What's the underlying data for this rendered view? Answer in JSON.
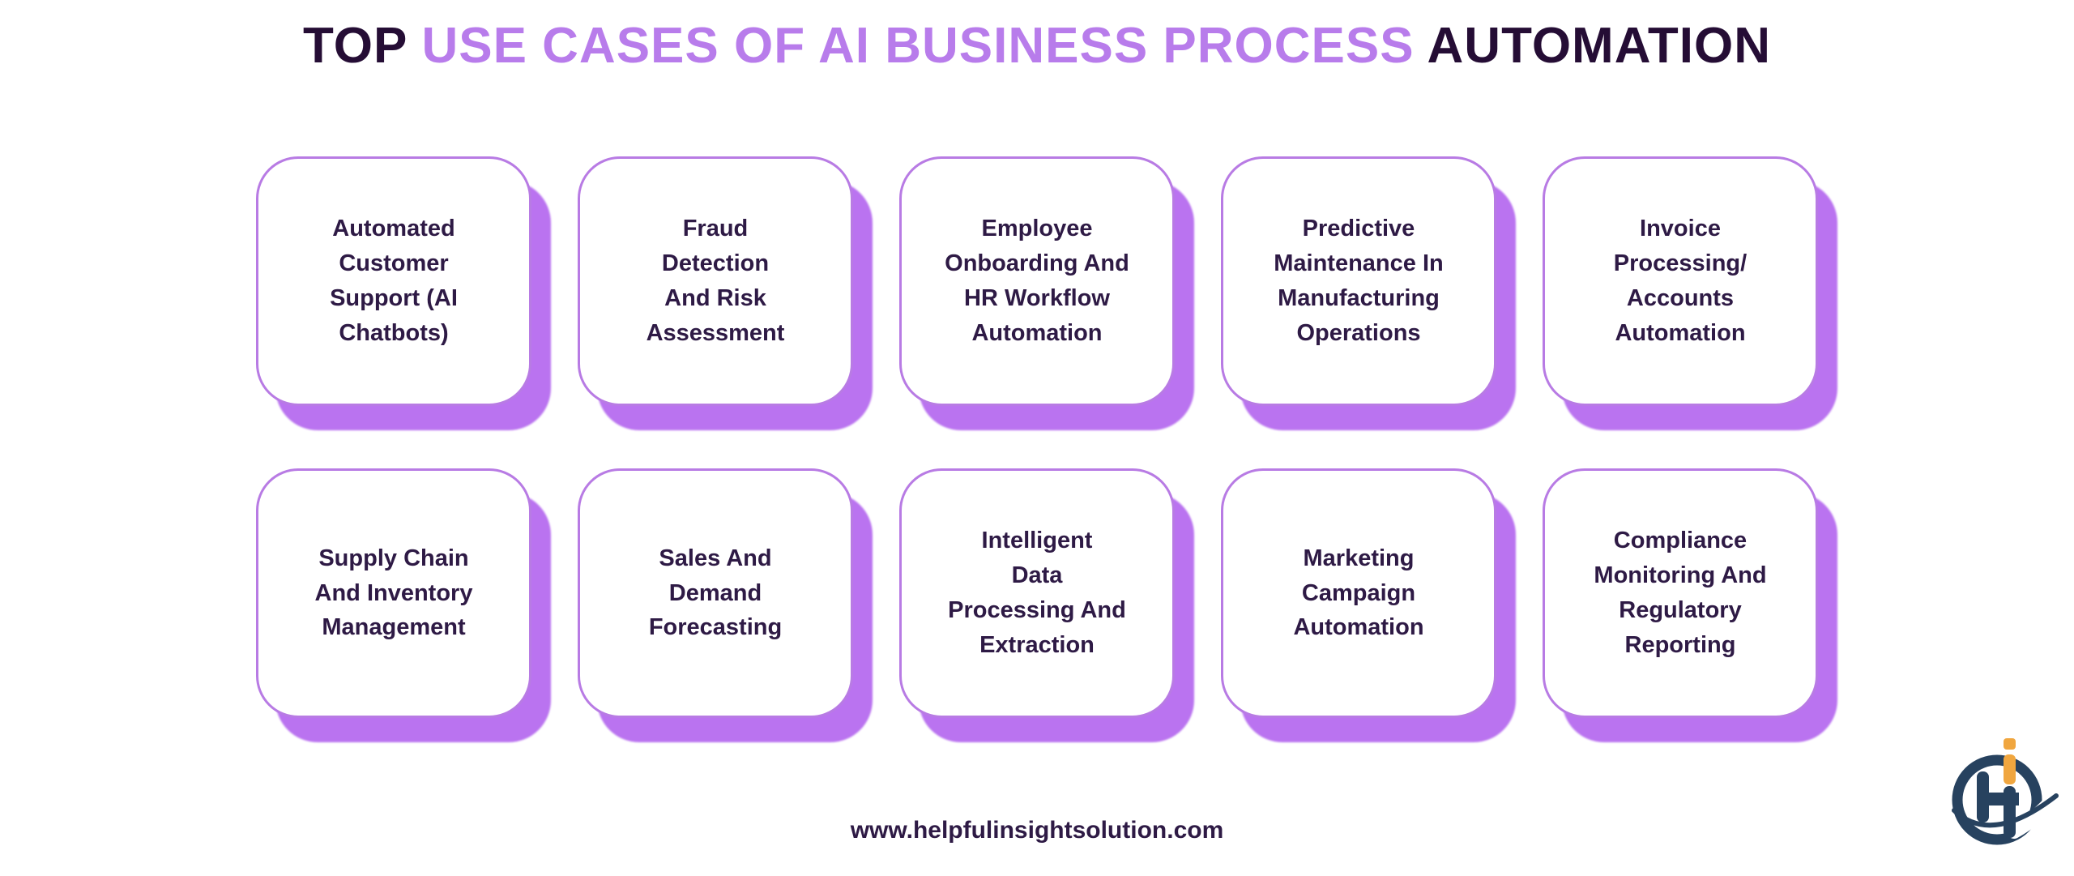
{
  "title": {
    "full_text": "TOP USE CASES OF AI BUSINESS PROCESS AUTOMATION",
    "segments": [
      {
        "text": "TOP ",
        "color": "#250d35"
      },
      {
        "text": "USE CASES OF AI BUSINESS PROCESS",
        "color": "#b87ceb"
      },
      {
        "text": " AUTOMATION",
        "color": "#250d35"
      }
    ]
  },
  "cards": [
    {
      "label": "Automated Customer Support (AI Chatbots)",
      "lines": [
        "Automated",
        "Customer",
        "Support (AI",
        "Chatbots)"
      ]
    },
    {
      "label": "Fraud Detection And Risk Assessment",
      "lines": [
        "Fraud",
        "Detection",
        "And Risk",
        "Assessment"
      ]
    },
    {
      "label": "Employee Onboarding And HR Workflow Automation",
      "lines": [
        "Employee",
        "Onboarding And",
        "HR Workflow",
        "Automation"
      ]
    },
    {
      "label": "Predictive Maintenance In Manufacturing Operations",
      "lines": [
        "Predictive",
        "Maintenance In",
        "Manufacturing",
        "Operations"
      ]
    },
    {
      "label": "Invoice Processing/ Accounts Automation",
      "lines": [
        "Invoice",
        "Processing/",
        "Accounts",
        "Automation"
      ]
    },
    {
      "label": "Supply Chain And Inventory Management",
      "lines": [
        "Supply Chain",
        "And Inventory",
        "Management"
      ]
    },
    {
      "label": "Sales And Demand Forecasting",
      "lines": [
        "Sales And",
        "Demand",
        "Forecasting"
      ]
    },
    {
      "label": "Intelligent Data Processing And Extraction",
      "lines": [
        "Intelligent",
        "Data",
        "Processing And",
        "Extraction"
      ]
    },
    {
      "label": "Marketing Campaign Automation",
      "lines": [
        "Marketing",
        "Campaign",
        "Automation"
      ]
    },
    {
      "label": "Compliance Monitoring And Regulatory Reporting",
      "lines": [
        "Compliance",
        "Monitoring And",
        "Regulatory",
        "Reporting"
      ]
    }
  ],
  "footer": {
    "website": "www.helpfulinsightsolution.com"
  },
  "logo": {
    "name": "helpful-insight-solution-logo",
    "letters": "Hi"
  },
  "colors": {
    "background": "#ffffff",
    "title_dark": "#250d35",
    "title_purple": "#b87ceb",
    "card_border": "#b87be4",
    "card_shadow": "#ba73f0",
    "card_text": "#2e1a45",
    "url_text": "#2e1a45",
    "logo_navy": "#27425f",
    "logo_orange": "#f0a63f"
  }
}
